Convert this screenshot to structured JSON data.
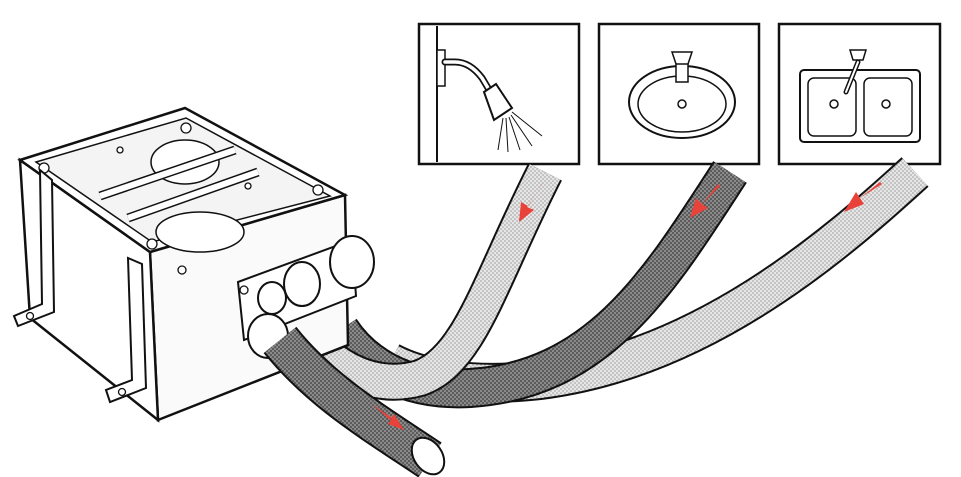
{
  "figure": {
    "background": "#ffffff",
    "line_color": "#111111",
    "flow_arrow_color": "#e8423a",
    "hose_light_color": "#d9d9d9",
    "hose_dark_color": "#7d7d7d"
  },
  "panels": [
    {
      "fixture": "shower",
      "icon": "shower-head-icon"
    },
    {
      "fixture": "washbasin",
      "icon": "washbasin-icon"
    },
    {
      "fixture": "double-sink",
      "icon": "kitchen-sink-icon"
    }
  ],
  "hoses": [
    {
      "source": "shower",
      "shade": "light",
      "flow": "toward-pump"
    },
    {
      "source": "washbasin",
      "shade": "dark",
      "flow": "toward-pump"
    },
    {
      "source": "double-sink",
      "shade": "light",
      "flow": "toward-pump"
    },
    {
      "source": "pump-outlet",
      "shade": "dark",
      "flow": "away-from-pump"
    }
  ]
}
